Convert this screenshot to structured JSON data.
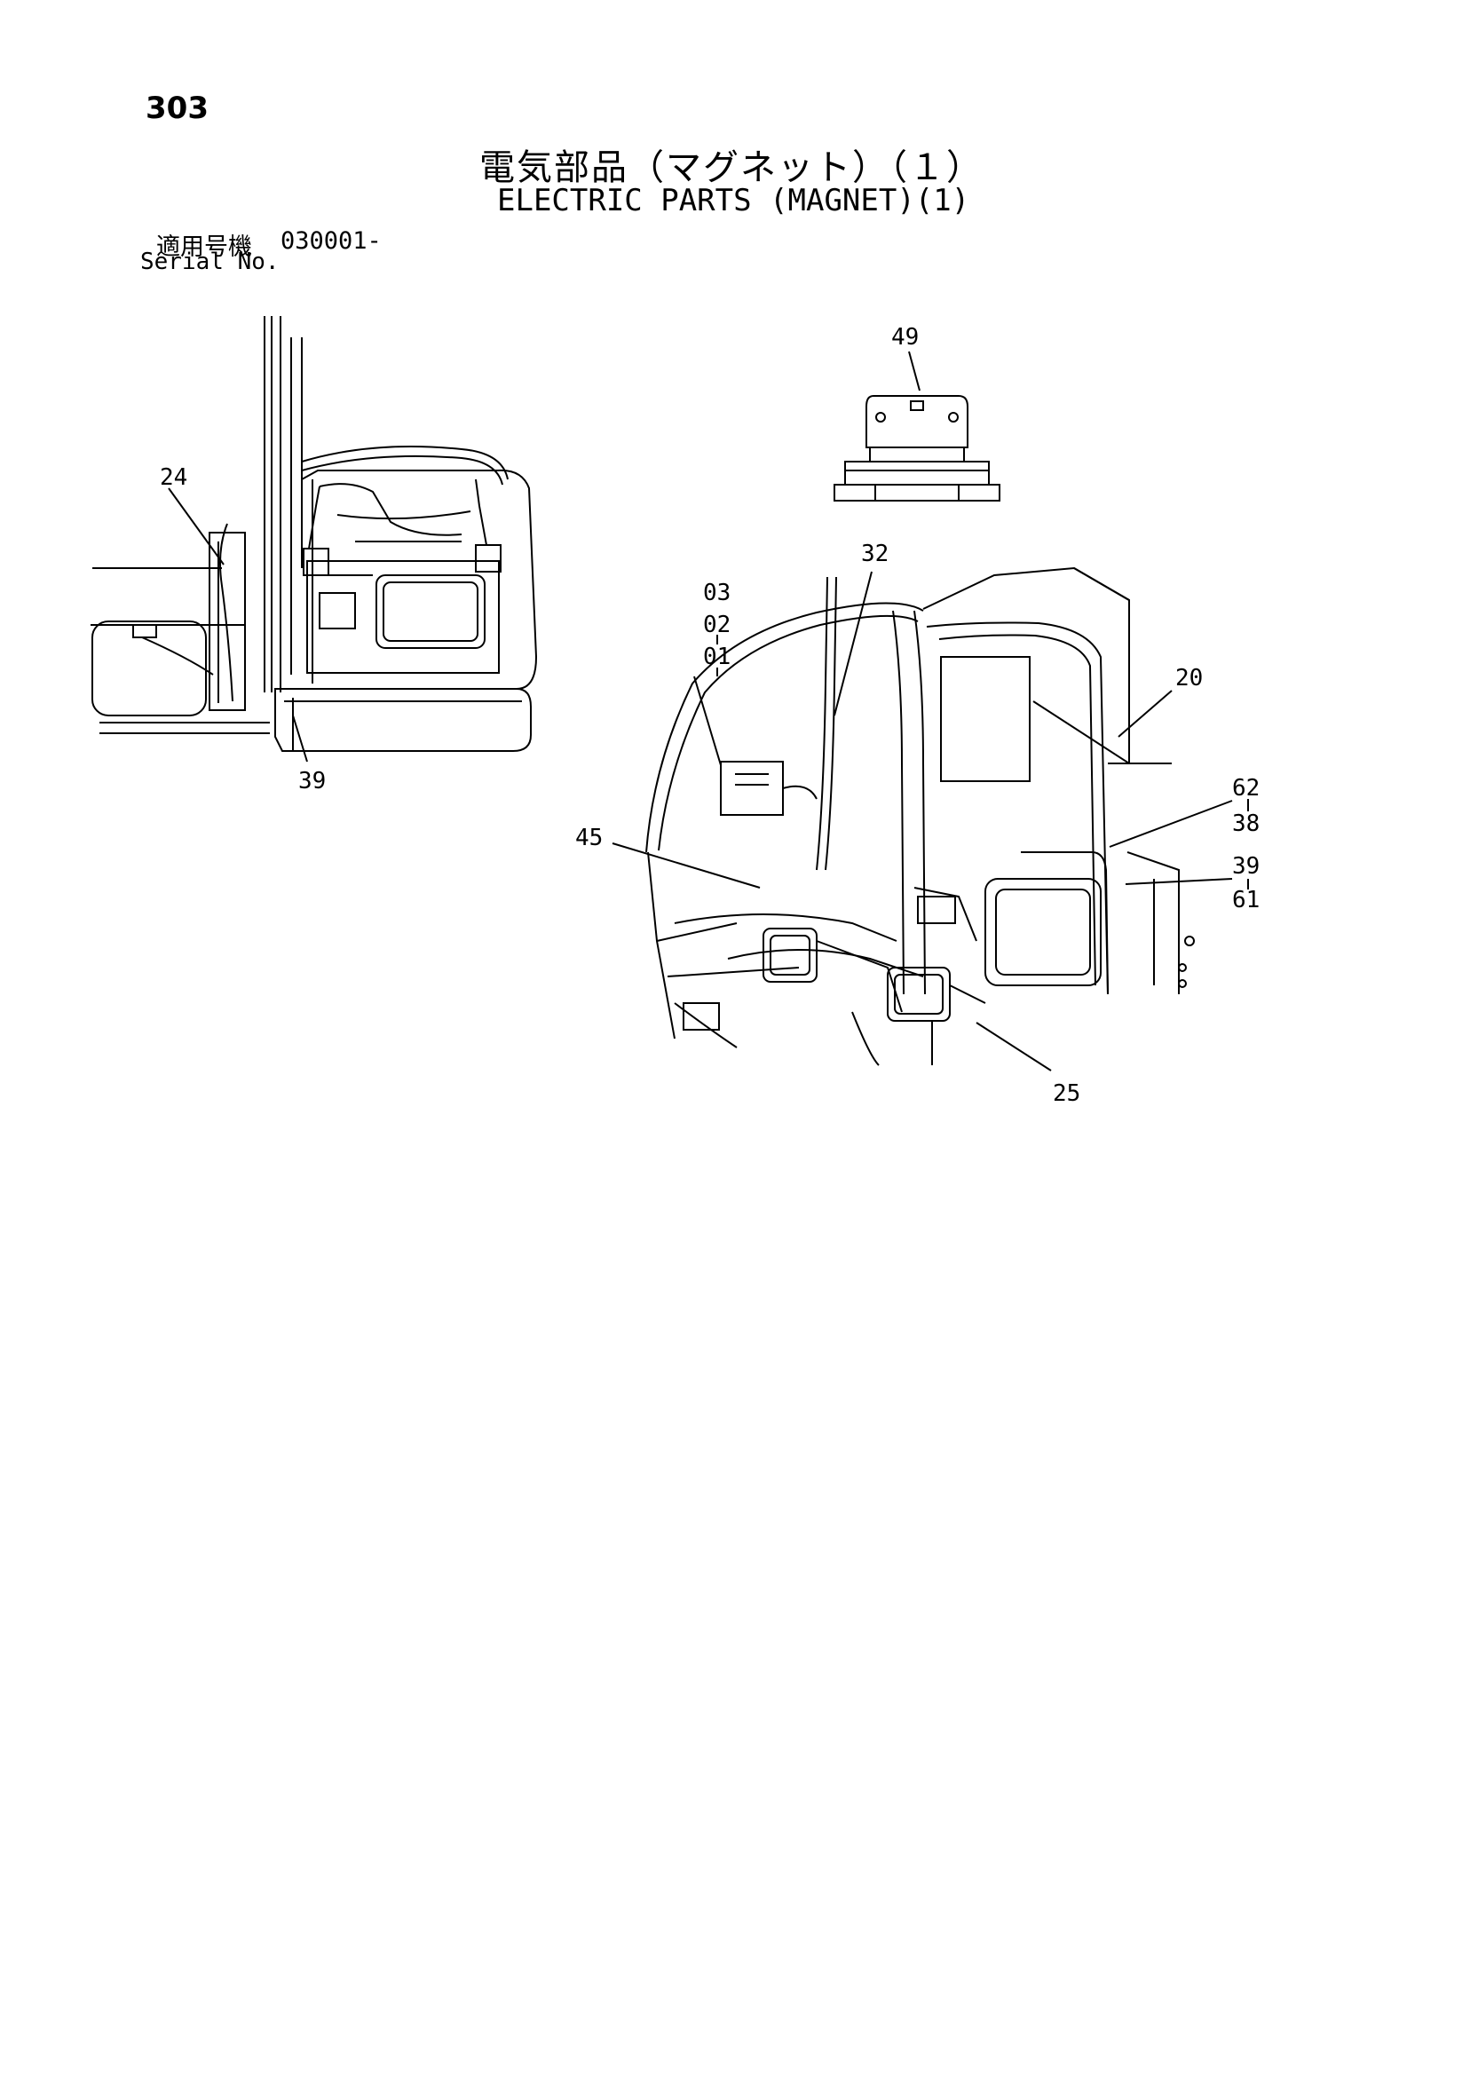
{
  "header": {
    "page_number": "303",
    "title_jp": "電気部品（マグネット）（１）",
    "title_en": "ELECTRIC PARTS (MAGNET)(1)",
    "serial_label_jp": "適用号機",
    "serial_value": "030001-",
    "serial_label_en": "Serial No."
  },
  "callouts": {
    "c24": "24",
    "c39a": "39",
    "c49": "49",
    "c32": "32",
    "c03": "03",
    "c02": "02",
    "c01": "01",
    "c20": "20",
    "c62": "62",
    "c38": "38",
    "c39b": "39",
    "c61": "61",
    "c45": "45",
    "c25": "25"
  }
}
